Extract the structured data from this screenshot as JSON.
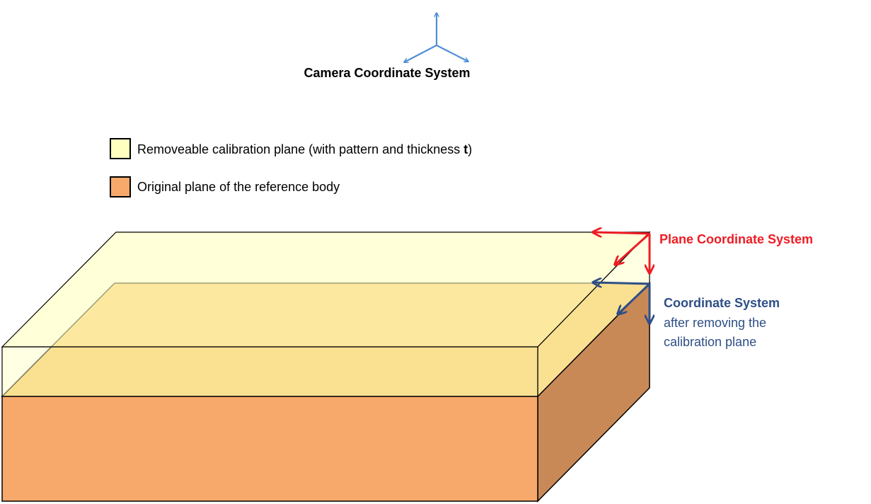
{
  "camera": {
    "label": "Camera Coordinate System",
    "color": "#4f8fd6"
  },
  "legend": {
    "items": [
      {
        "prefix": "Removeable calibration plane (with pattern and thickness ",
        "bold": "t",
        "suffix": ")",
        "color": "#ffffc0"
      },
      {
        "text": "Original plane of the reference body",
        "color": "#f6a96b"
      }
    ]
  },
  "plane_cs": {
    "label": "Plane Coordinate System",
    "color": "#ee1c24"
  },
  "removed_cs": {
    "title": "Coordinate System",
    "line1": "after removing the",
    "line2": "calibration plane",
    "color": "#2e4f86"
  },
  "colors": {
    "calibration_plane": "#ffffc0",
    "body_front": "#f6a96b",
    "body_side": "#c98956",
    "body_top": "#f6c66a"
  }
}
